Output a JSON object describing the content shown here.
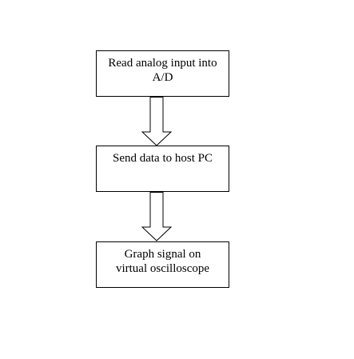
{
  "steps": [
    {
      "lines": [
        "Read analog input into",
        "A/D"
      ]
    },
    {
      "lines": [
        "Send data to host PC"
      ]
    },
    {
      "lines": [
        "Graph signal on",
        "virtual oscilloscope"
      ]
    }
  ],
  "colors": {
    "stroke": "#000000",
    "background": "#ffffff"
  }
}
